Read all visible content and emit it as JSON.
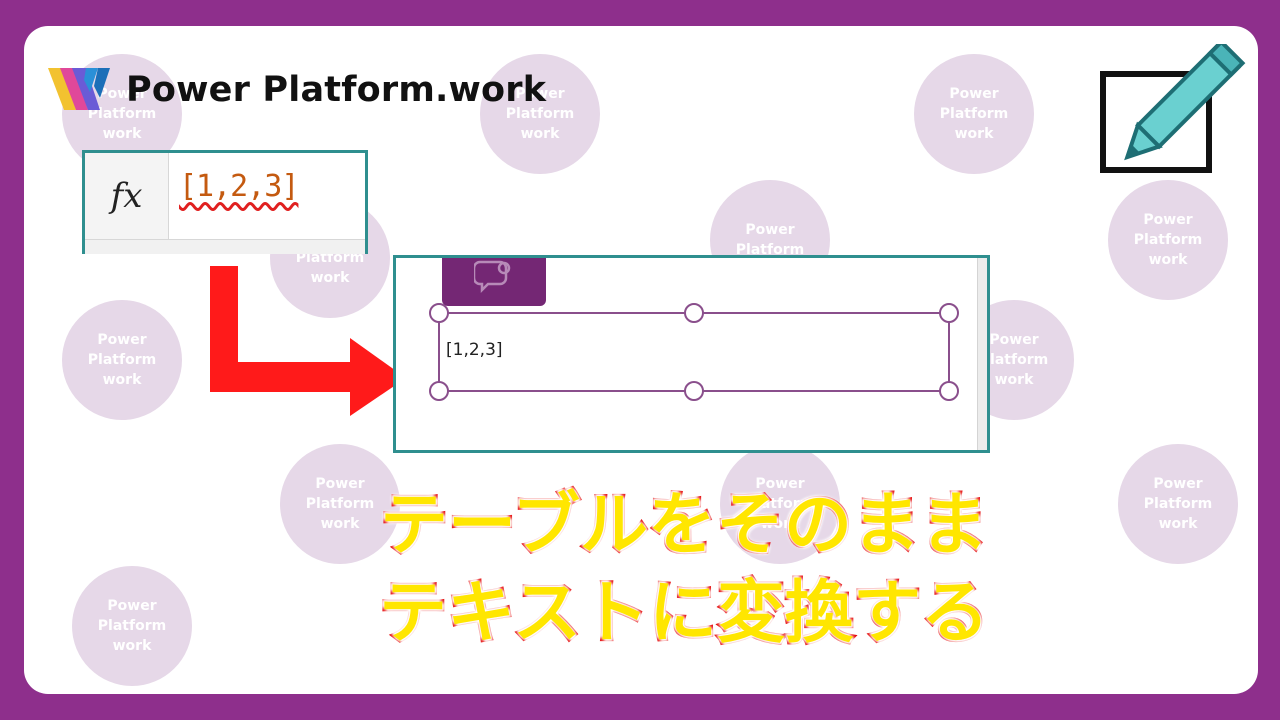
{
  "brand": {
    "name": "Power Platform.work",
    "logo_icon": "power-platform-logo-icon"
  },
  "watermark": {
    "text_full": "Power\nPlatform\nwork",
    "text_partial": "Power\nPlatform"
  },
  "formula_bar": {
    "fx_label": "fx",
    "value": "[1,2,3]"
  },
  "label_control": {
    "text": "[1,2,3]"
  },
  "caption": {
    "line1": "テーブルをそのまま",
    "line2": "テキストに変換する"
  },
  "colors": {
    "frame": "#8e2f8c",
    "accent_teal": "#2f8f8f",
    "arrow_red": "#ff1a1a",
    "caption_fill": "#ffe600",
    "caption_stroke": "#e50000",
    "selection_purple": "#8a4f8c"
  },
  "icons": [
    "fx-icon",
    "pencil-edit-icon",
    "red-arrow-icon",
    "chat-bubble-icon"
  ]
}
